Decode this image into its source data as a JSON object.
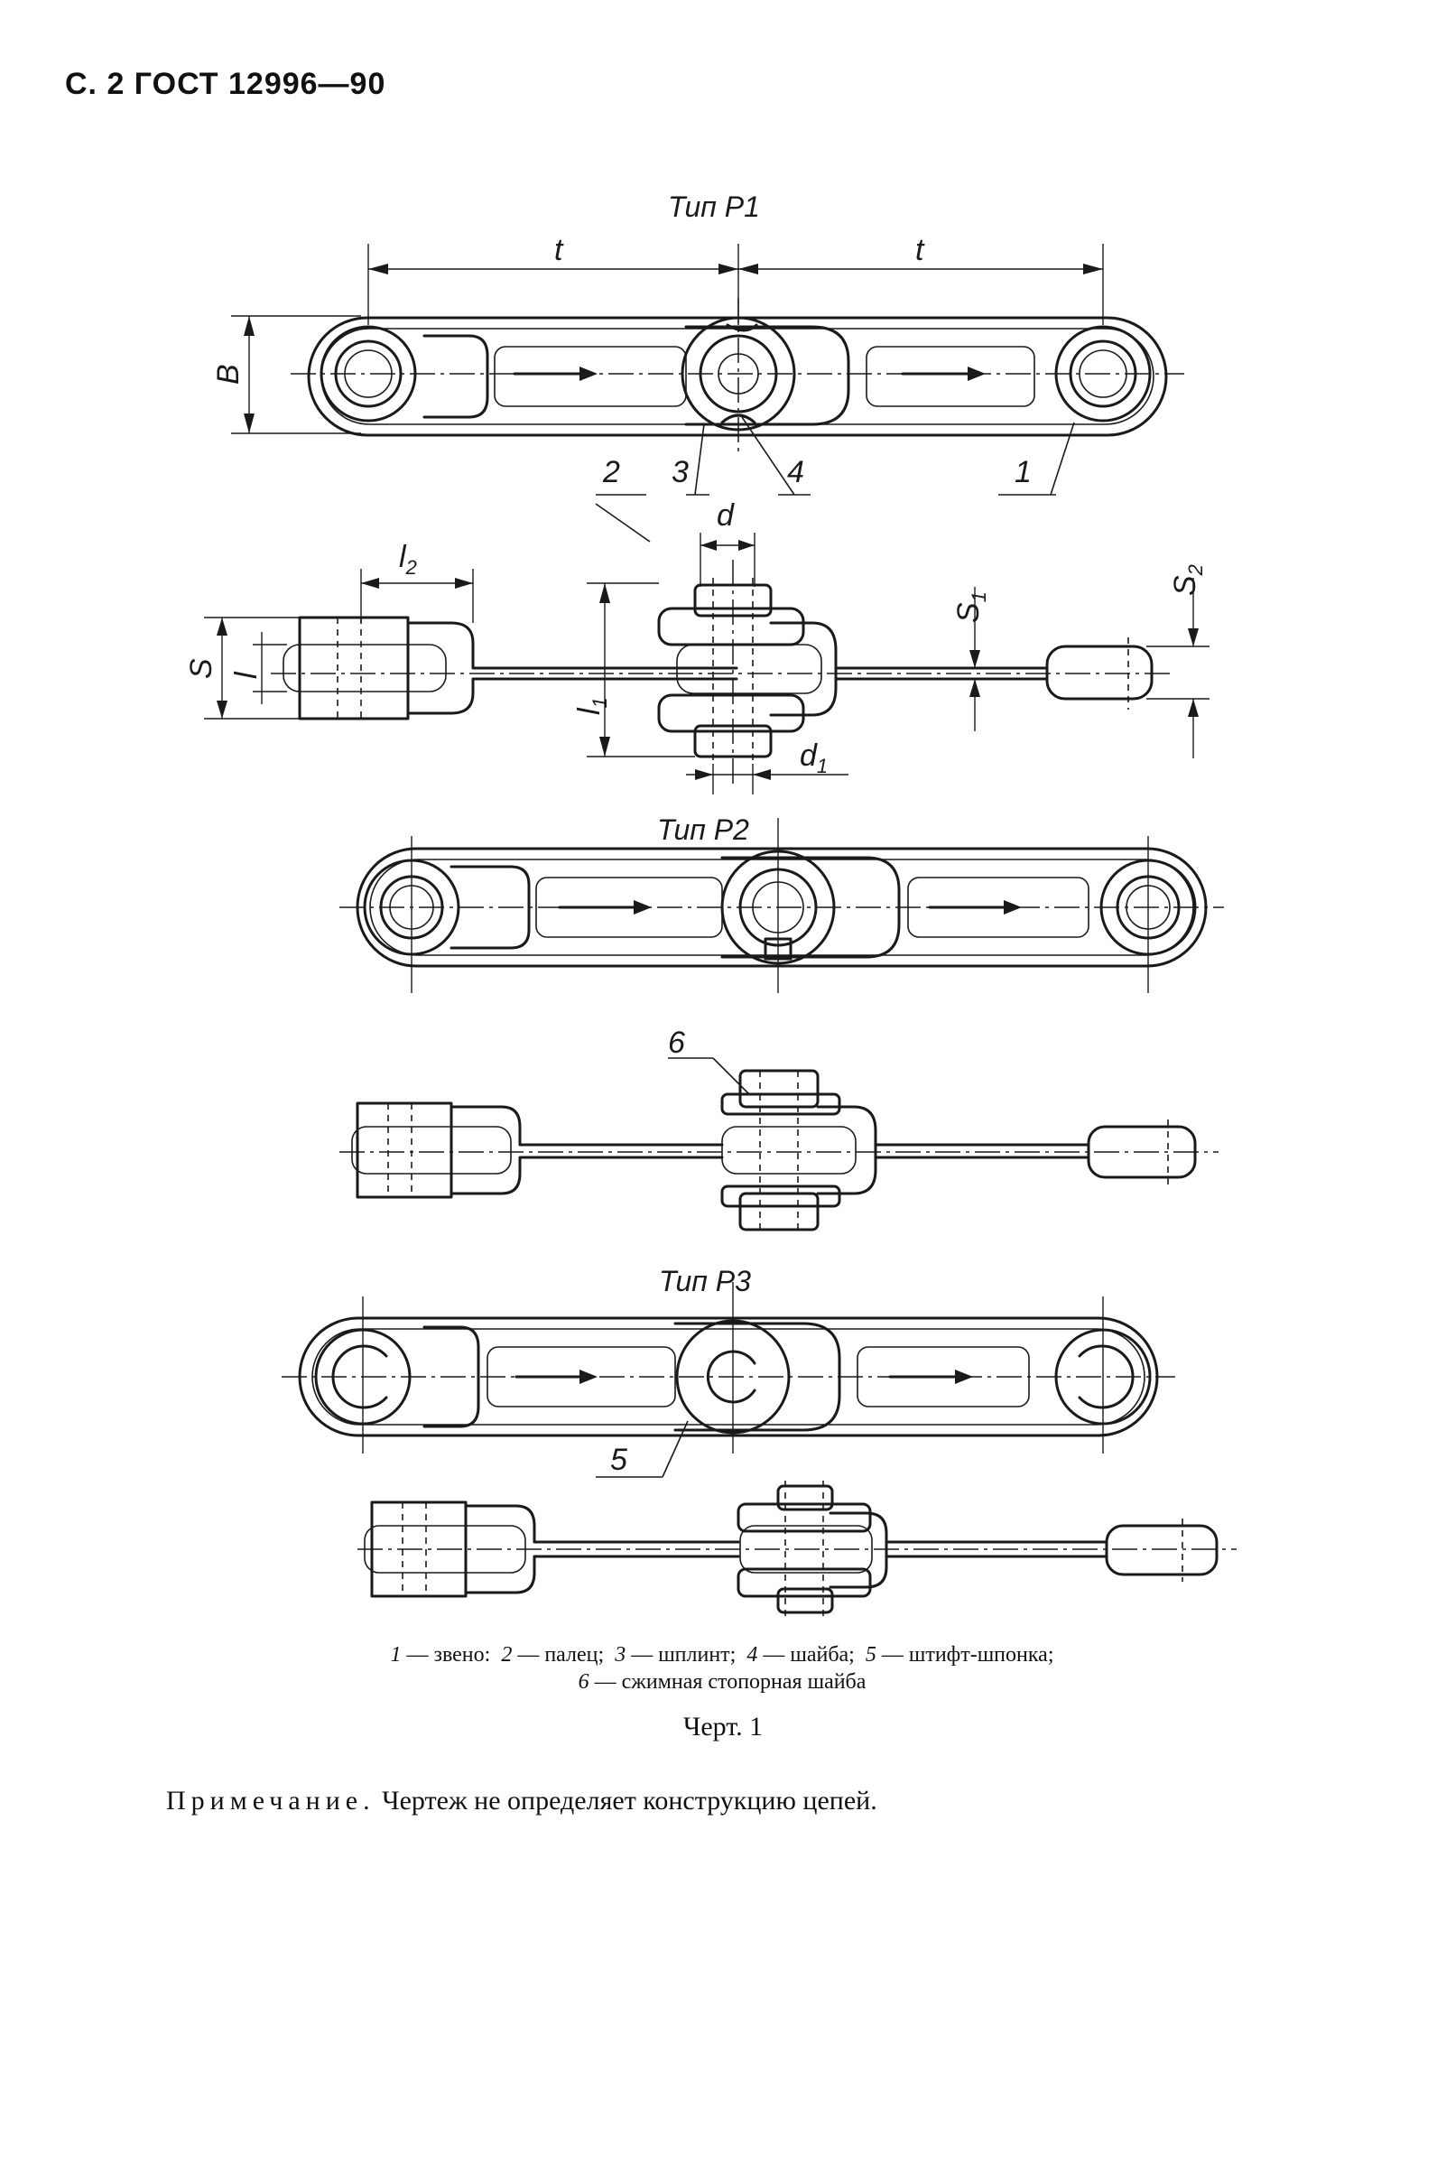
{
  "page_header": "С. 2 ГОСТ 12996—90",
  "figure": {
    "types": {
      "p1": "Тип Р1",
      "p2": "Тип Р2",
      "p3": "Тип Р3"
    },
    "dimensions": {
      "t": "t",
      "B": "B",
      "d": "d",
      "d1": "d",
      "d1_sub": "1",
      "l1": "l",
      "l1_sub": "1",
      "l2": "l",
      "l2_sub": "2",
      "S": "S",
      "l": "l",
      "S1": "S",
      "S1_sub": "1",
      "S2": "S",
      "S2_sub": "2"
    },
    "callouts": [
      "1",
      "2",
      "3",
      "4",
      "5",
      "6"
    ]
  },
  "legend": {
    "items": [
      {
        "num": "1",
        "text": "— звено:"
      },
      {
        "num": "2",
        "text": "— палец;"
      },
      {
        "num": "3",
        "text": "— шплинт;"
      },
      {
        "num": "4",
        "text": "— шайба;"
      },
      {
        "num": "5",
        "text": "— штифт-шпонка;"
      },
      {
        "num": "6",
        "text": "— сжимная стопорная шайба"
      }
    ]
  },
  "caption": "Черт. 1",
  "note": {
    "label": "Примечание.",
    "text": "Чертеж не определяет конструкцию цепей."
  }
}
